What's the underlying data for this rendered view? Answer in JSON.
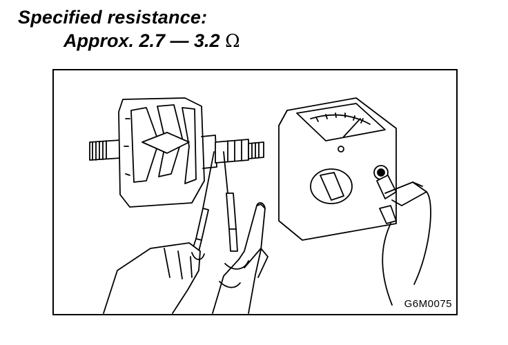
{
  "heading": {
    "line1": "Specified resistance:",
    "line2_text": "Approx. 2.7 — 3.2 ",
    "unit_symbol": "Ω"
  },
  "figure": {
    "code": "G6M0075",
    "icons": [
      "rotor-icon",
      "multimeter-icon",
      "test-probe-icon",
      "hand-icon"
    ]
  }
}
